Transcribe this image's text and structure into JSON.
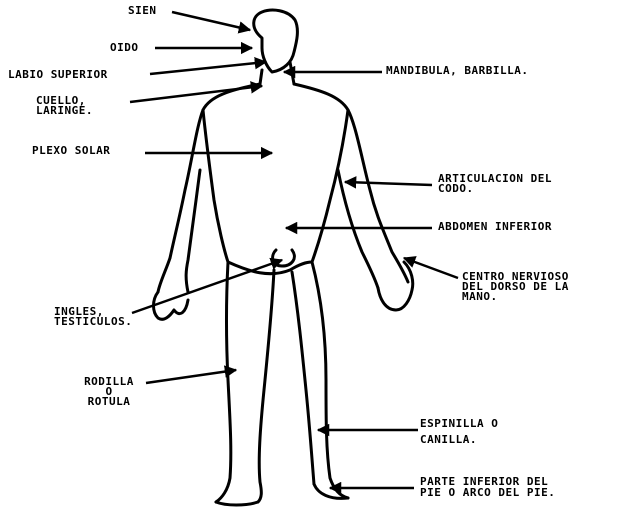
{
  "labels": {
    "sien": "SIEN",
    "oido": "OIDO",
    "labio": "LABIO SUPERIOR",
    "cuello_1": "CUELLO,",
    "cuello_2": "LARINGE.",
    "plexo": "PLEXO SOLAR",
    "mandibula": "MANDIBULA, BARBILLA.",
    "codo_1": "ARTICULACION DEL",
    "codo_2": "CODO.",
    "abdomen": "ABDOMEN INFERIOR",
    "mano_1": "CENTRO NERVIOSO",
    "mano_2": "DEL DORSO DE LA",
    "mano_3": "MANO.",
    "ingles_1": "INGLES,",
    "ingles_2": "TESTICULOS.",
    "rodilla_1": "RODILLA",
    "rodilla_2": "O",
    "rodilla_3": "ROTULA",
    "espinilla_1": "ESPINILLA O",
    "espinilla_2": "CANILLA.",
    "pie_1": "PARTE INFERIOR DEL",
    "pie_2": "PIE O ARCO DEL PIE."
  },
  "colors": {
    "ink": "#000000",
    "paper": "#ffffff"
  }
}
